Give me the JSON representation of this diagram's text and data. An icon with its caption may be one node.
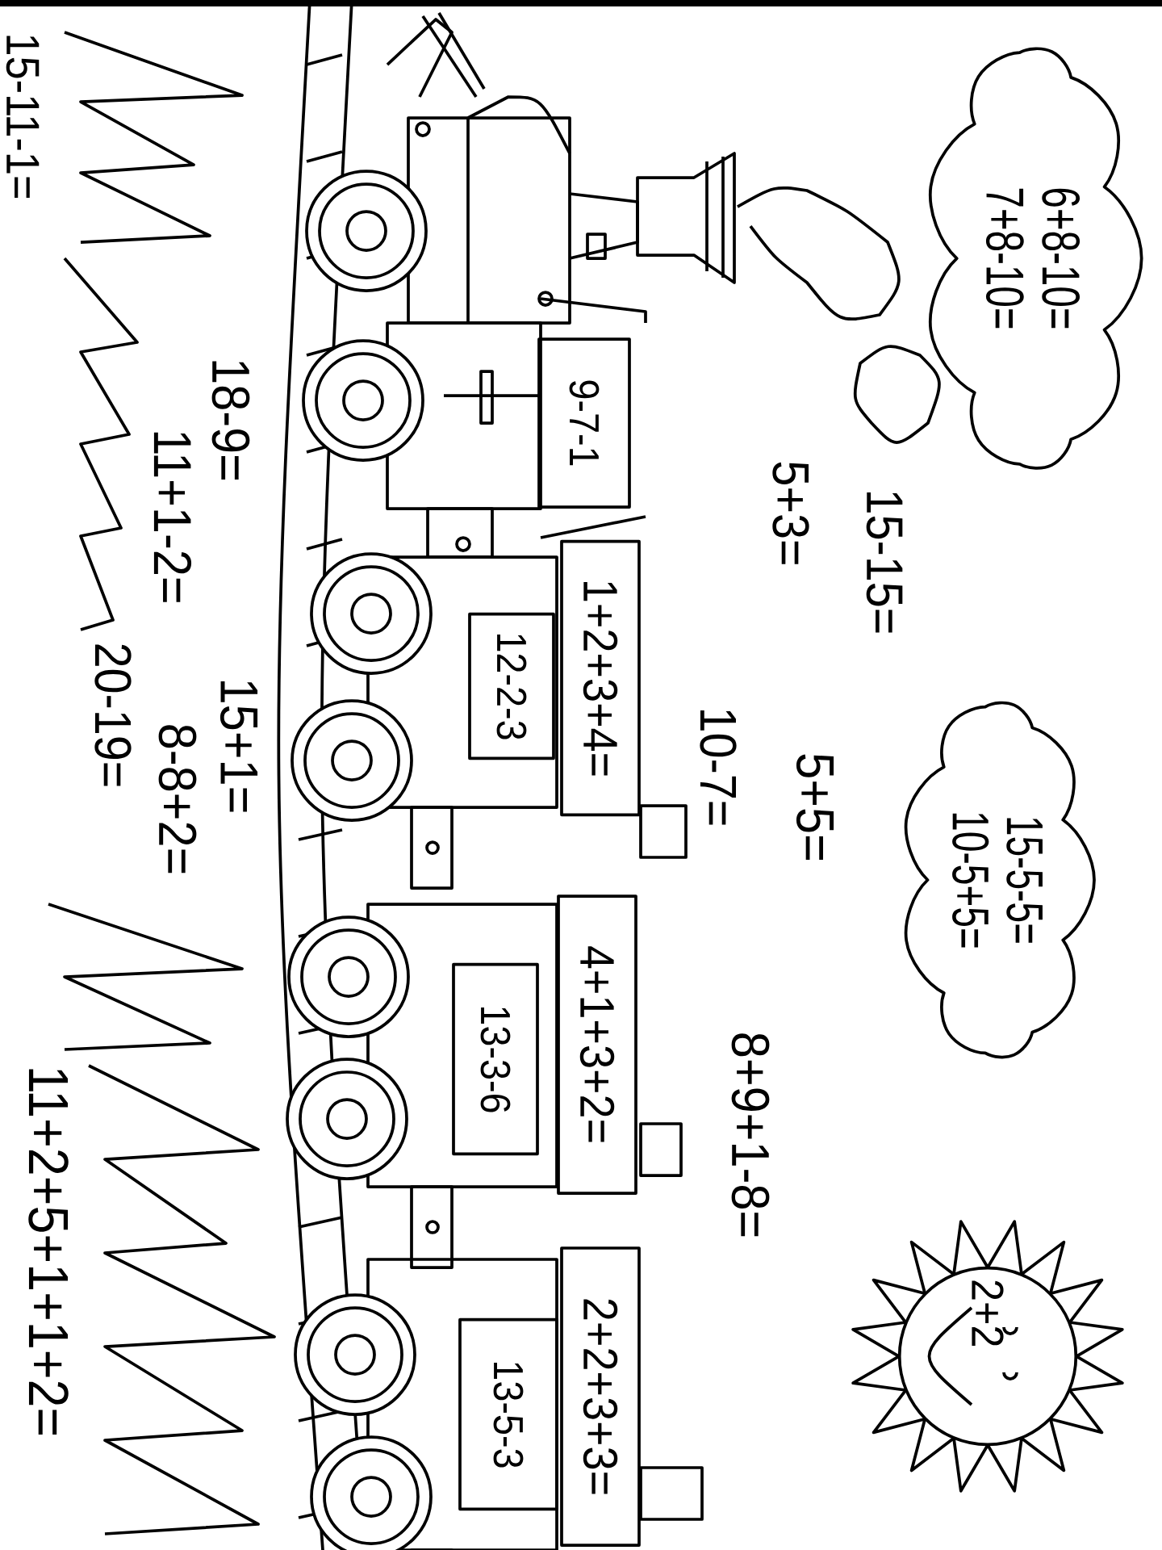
{
  "diagram": {
    "nodes": [
      {
        "text": [
          "6+8-10=",
          "7+8-10="
        ]
      },
      {
        "text": [
          "9-7-1"
        ]
      },
      {
        "text": [
          "1+2+3+4="
        ]
      },
      {
        "text": [
          "12-2-3"
        ]
      },
      {
        "text": [
          "4+1+3+2="
        ]
      },
      {
        "text": [
          "13-3-6"
        ]
      },
      {
        "text": [
          "2+2+3+3="
        ]
      },
      {
        "text": [
          "13-5-3"
        ]
      },
      {
        "text": [
          "15-5-5=",
          "10-5+5="
        ]
      },
      {
        "text": [
          "2+2"
        ]
      }
    ],
    "labels": [
      "15-11-1=",
      "18-9=",
      "11+1-2=",
      "20-19=",
      "15+1=",
      "8-8+2=",
      "11+2+5+1+1+2=",
      "5+3=",
      "15-15=",
      "10-7=",
      "5+5=",
      "8+9+1-8="
    ]
  }
}
